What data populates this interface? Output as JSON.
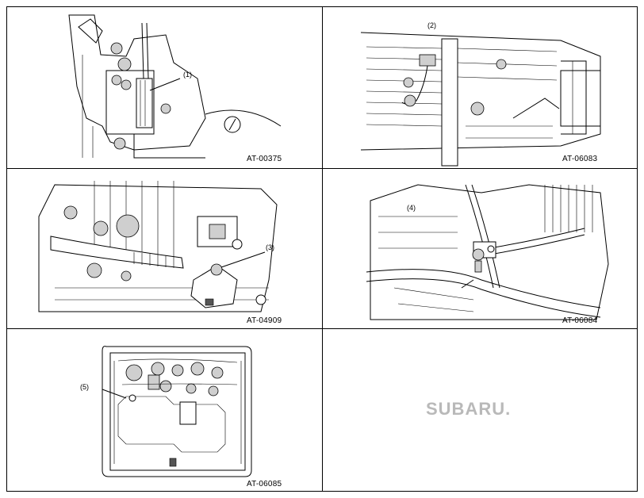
{
  "panels": [
    {
      "code": "AT-00375",
      "callout": "(1)"
    },
    {
      "code": "AT-06083",
      "callout": "(2)"
    },
    {
      "code": "AT-04909",
      "callout": "(3)"
    },
    {
      "code": "AT-06084",
      "callout": "(4)"
    },
    {
      "code": "AT-06085",
      "callout": "(5)"
    }
  ],
  "logo": {
    "text": "SUBARU."
  }
}
